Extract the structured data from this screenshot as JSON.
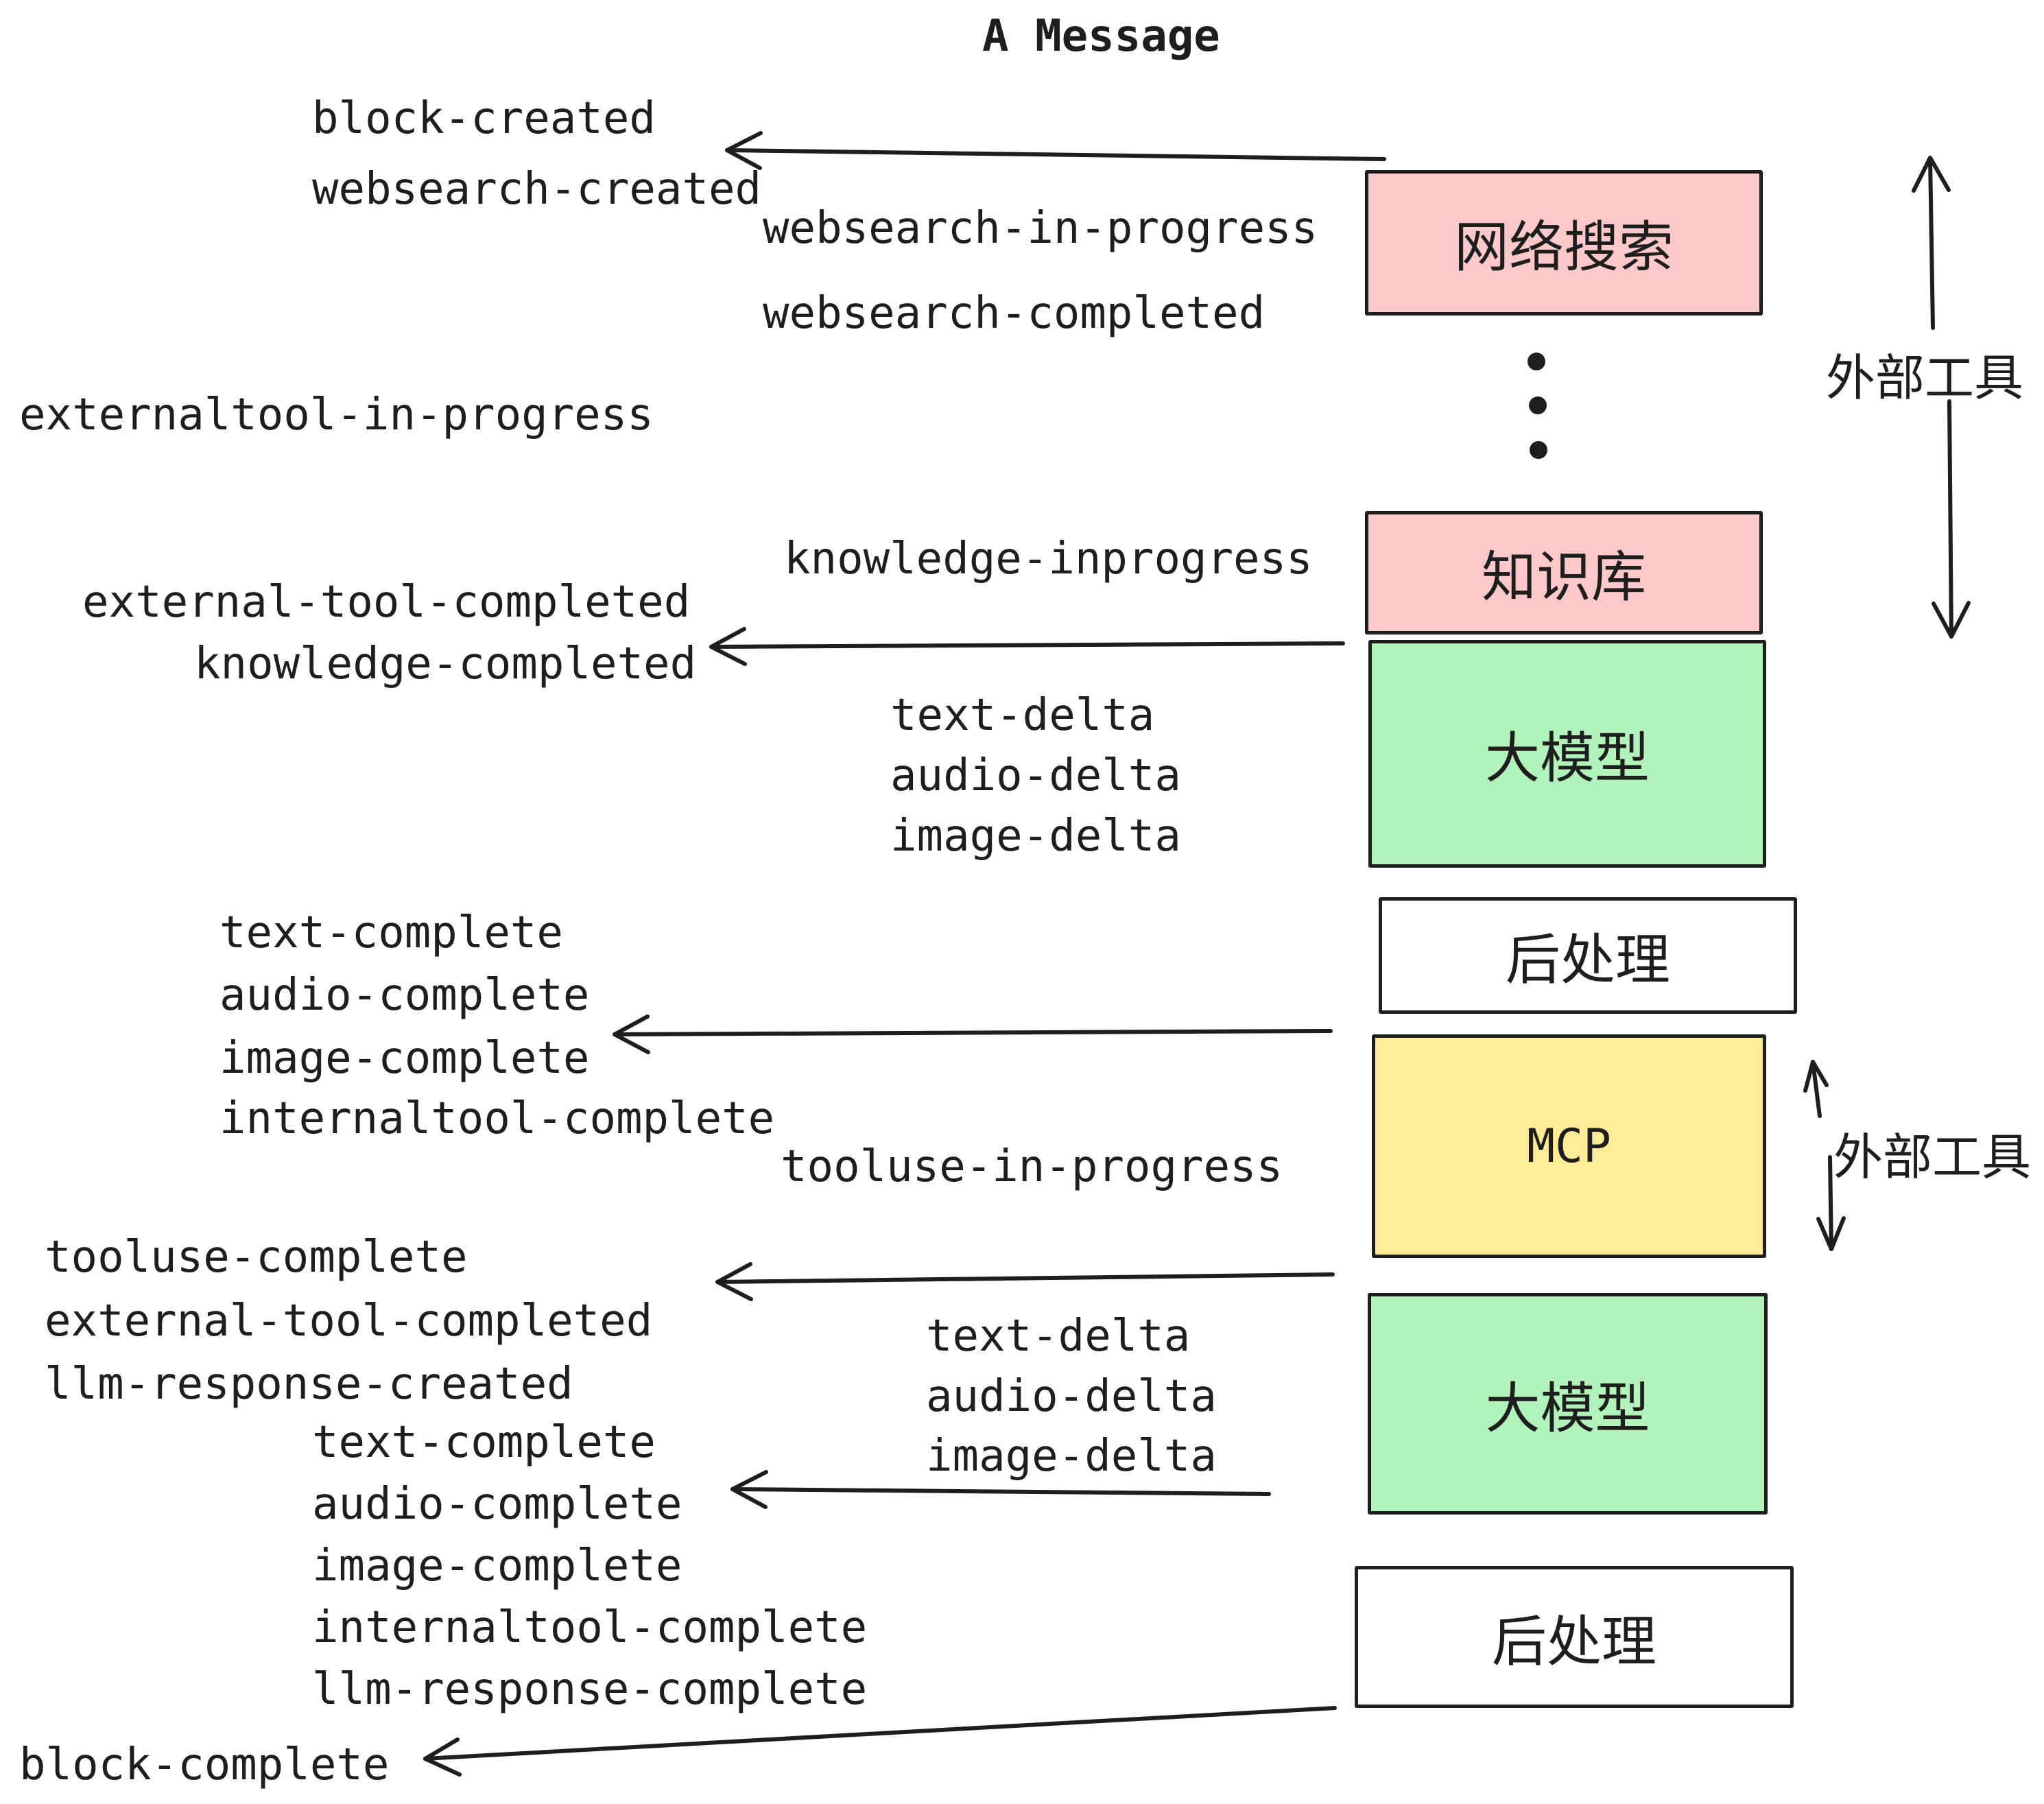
{
  "title": "A Message",
  "colors": {
    "ink": "#1e1e1e",
    "box_pink": "#ffc9c9",
    "box_green": "#b2f2bb",
    "box_yellow": "#ffec99",
    "box_white": "#ffffff"
  },
  "boxes": {
    "websearch": "网络搜索",
    "knowledge": "知识库",
    "llm": "大模型",
    "postprocess": "后处理",
    "mcp": "MCP"
  },
  "annotations": {
    "external_tools": "外部工具"
  },
  "events": {
    "block_created": "block-created",
    "websearch_created": "websearch-created",
    "websearch_in_progress": "websearch-in-progress",
    "websearch_completed": "websearch-completed",
    "externaltool_in_progress": "externaltool-in-progress",
    "knowledge_inprogress": "knowledge-inprogress",
    "external_tool_completed": "external-tool-completed",
    "knowledge_completed": "knowledge-completed",
    "text_delta": "text-delta",
    "audio_delta": "audio-delta",
    "image_delta": "image-delta",
    "text_complete": "text-complete",
    "audio_complete": "audio-complete",
    "image_complete": "image-complete",
    "internaltool_complete": "internaltool-complete",
    "tooluse_in_progress": "tooluse-in-progress",
    "tooluse_complete": "tooluse-complete",
    "llm_response_created": "llm-response-created",
    "llm_response_complete": "llm-response-complete",
    "block_complete": "block-complete"
  }
}
